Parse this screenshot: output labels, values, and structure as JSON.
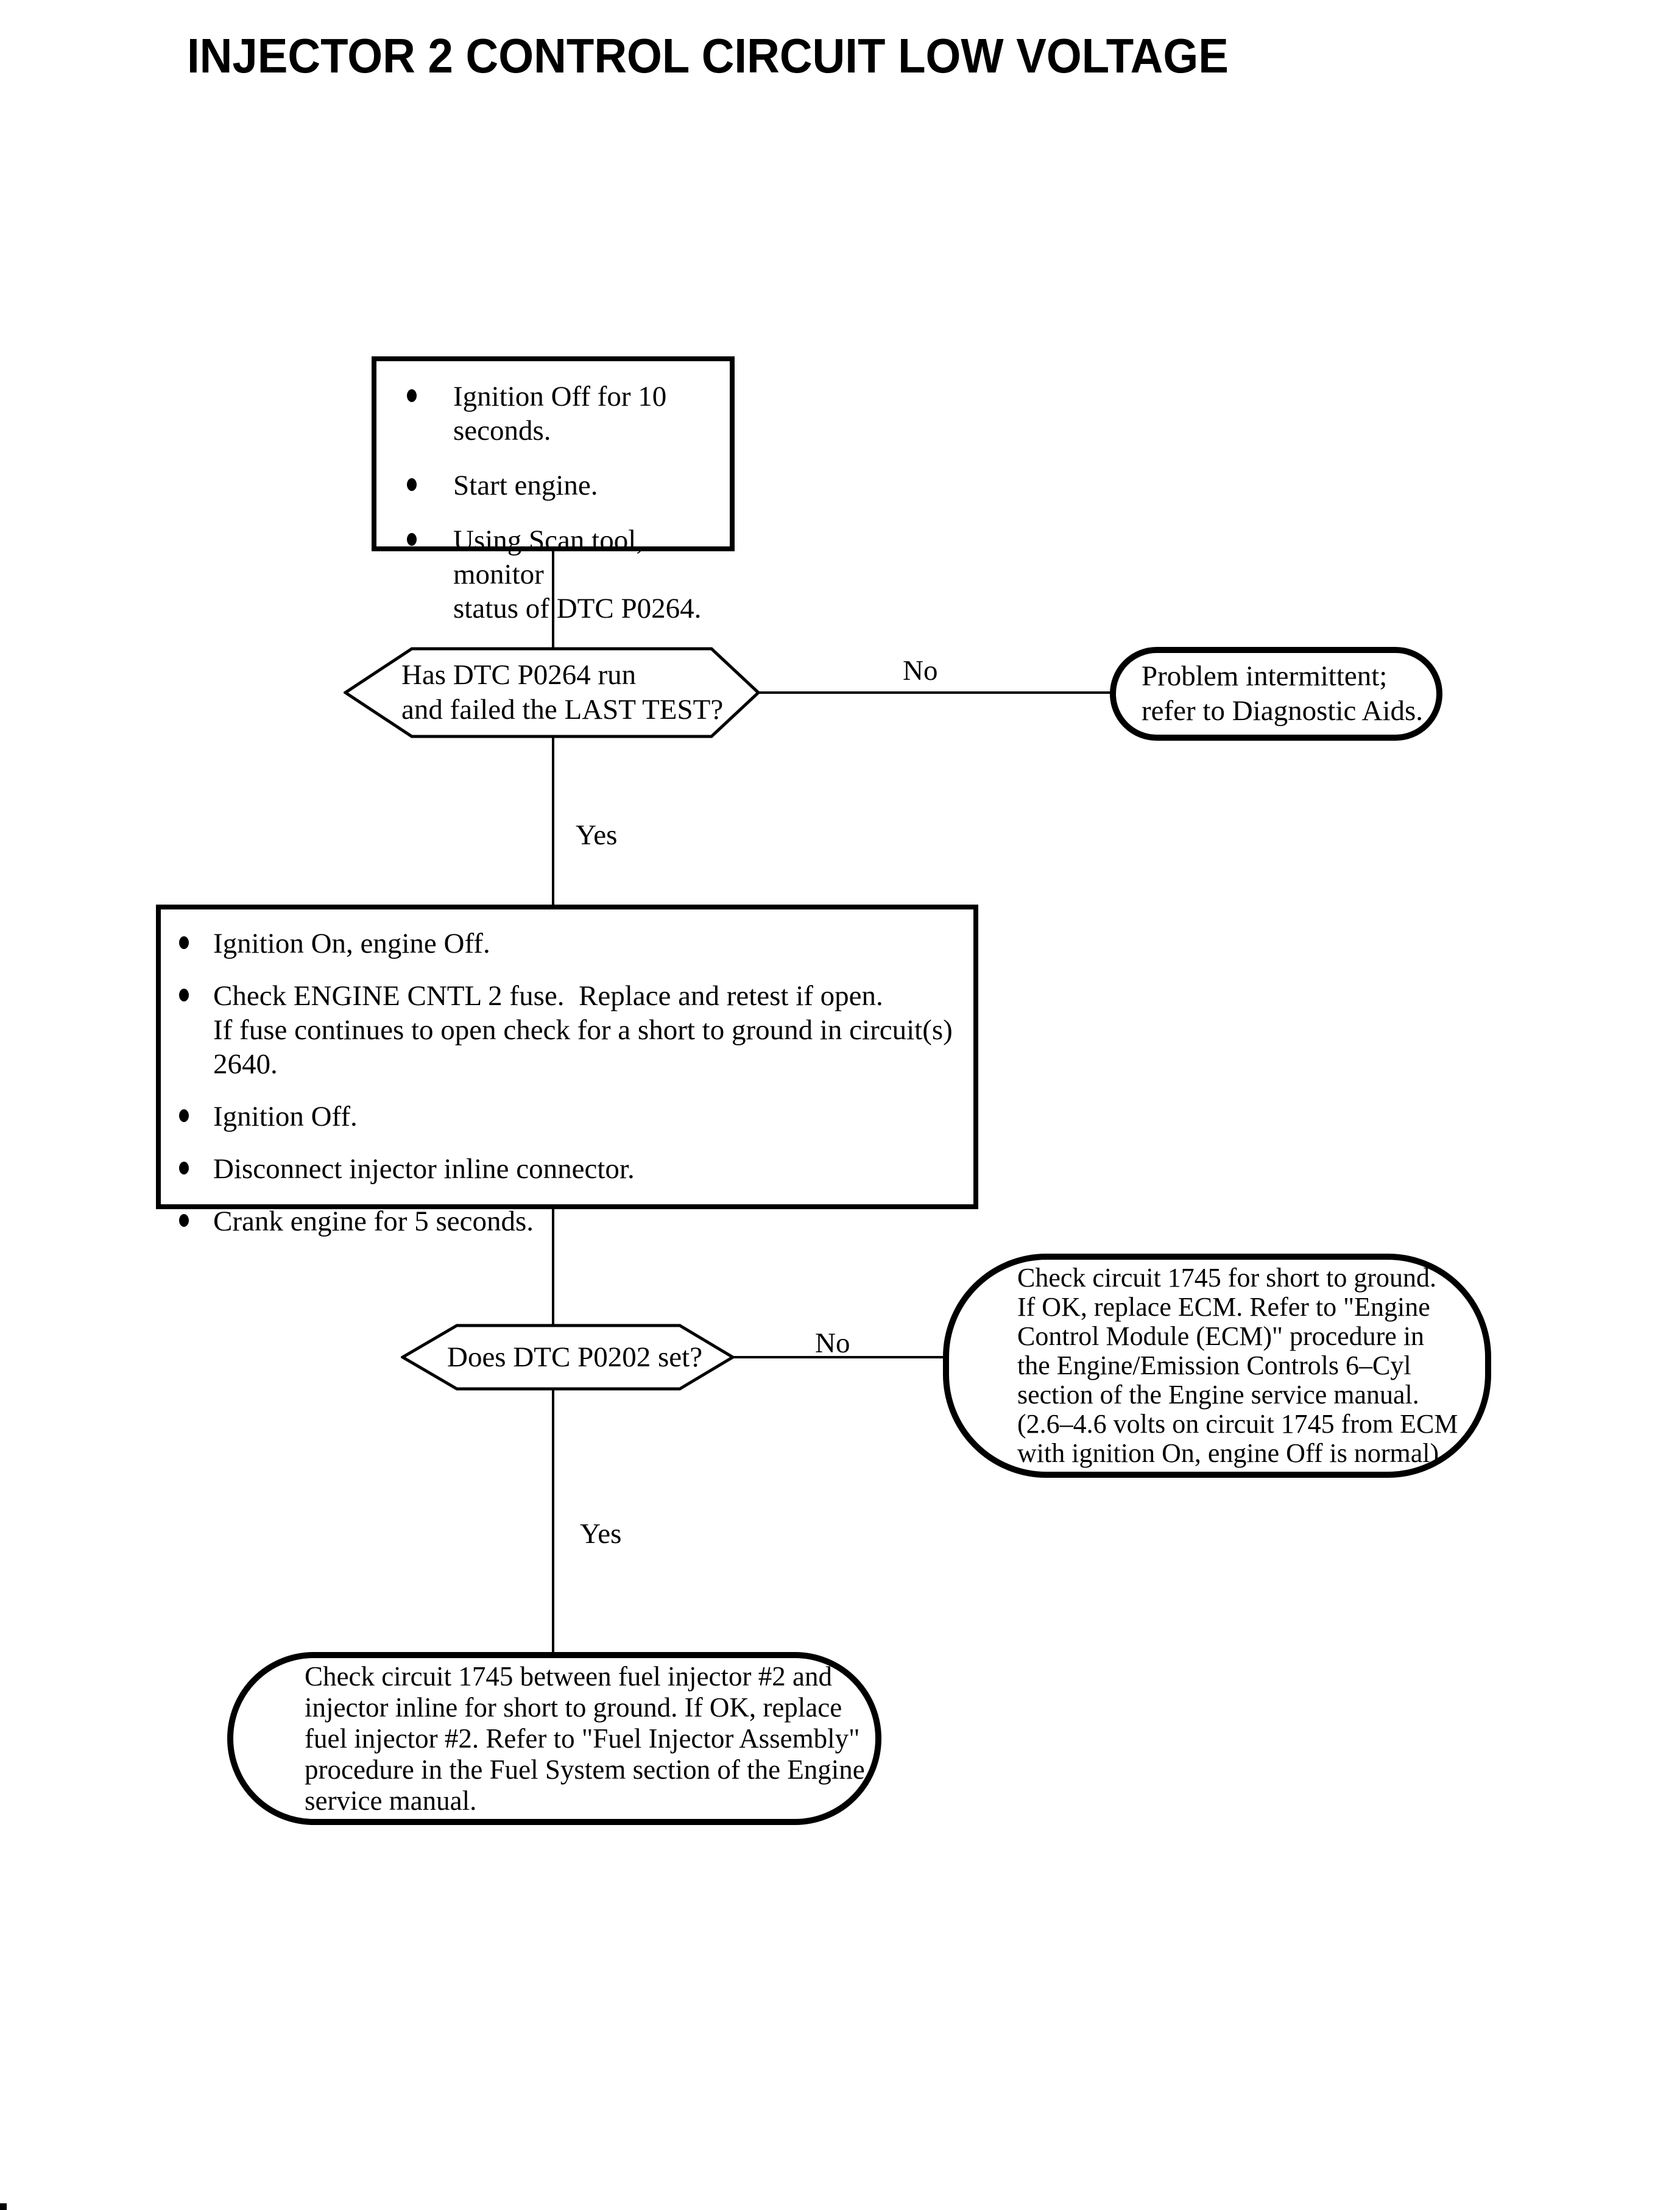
{
  "page": {
    "title": "INJECTOR 2 CONTROL CIRCUIT LOW VOLTAGE",
    "colors": {
      "ink": "#000000",
      "paper": "#ffffff"
    }
  },
  "flow": {
    "step1": {
      "shape": "rectangle",
      "items": [
        "Ignition Off for 10 seconds.",
        "Start engine.",
        "Using Scan tool, monitor\nstatus of DTC P0264."
      ]
    },
    "decision1": {
      "shape": "hexagon",
      "question": "Has DTC P0264 run\nand failed the LAST TEST?",
      "no_label": "No",
      "yes_label": "Yes"
    },
    "terminal_no1": {
      "shape": "stadium",
      "text": "Problem intermittent;\nrefer to Diagnostic Aids."
    },
    "step2": {
      "shape": "rectangle",
      "items": [
        "Ignition On, engine Off.",
        "Check ENGINE CNTL 2 fuse.  Replace and retest if open.\nIf fuse continues to open check for a short to ground in circuit(s) 2640.",
        "Ignition Off.",
        "Disconnect injector inline connector.",
        "Crank engine for 5 seconds."
      ]
    },
    "decision2": {
      "shape": "hexagon",
      "question": "Does DTC P0202 set?",
      "no_label": "No",
      "yes_label": "Yes"
    },
    "terminal_no2": {
      "shape": "stadium",
      "text": "Check circuit 1745 for short to ground.\nIf OK, replace ECM. Refer to \"Engine\nControl Module (ECM)\" procedure in\nthe Engine/Emission Controls 6–Cyl\nsection of the Engine service manual.\n(2.6–4.6 volts on circuit 1745 from ECM\nwith ignition On, engine Off is normal)"
    },
    "terminal_yes2": {
      "shape": "stadium",
      "text": "Check circuit 1745 between fuel injector #2 and\ninjector inline for short to ground. If OK, replace\nfuel injector #2. Refer to \"Fuel Injector Assembly\"\nprocedure in the Fuel System section of the Engine\nservice manual."
    }
  }
}
